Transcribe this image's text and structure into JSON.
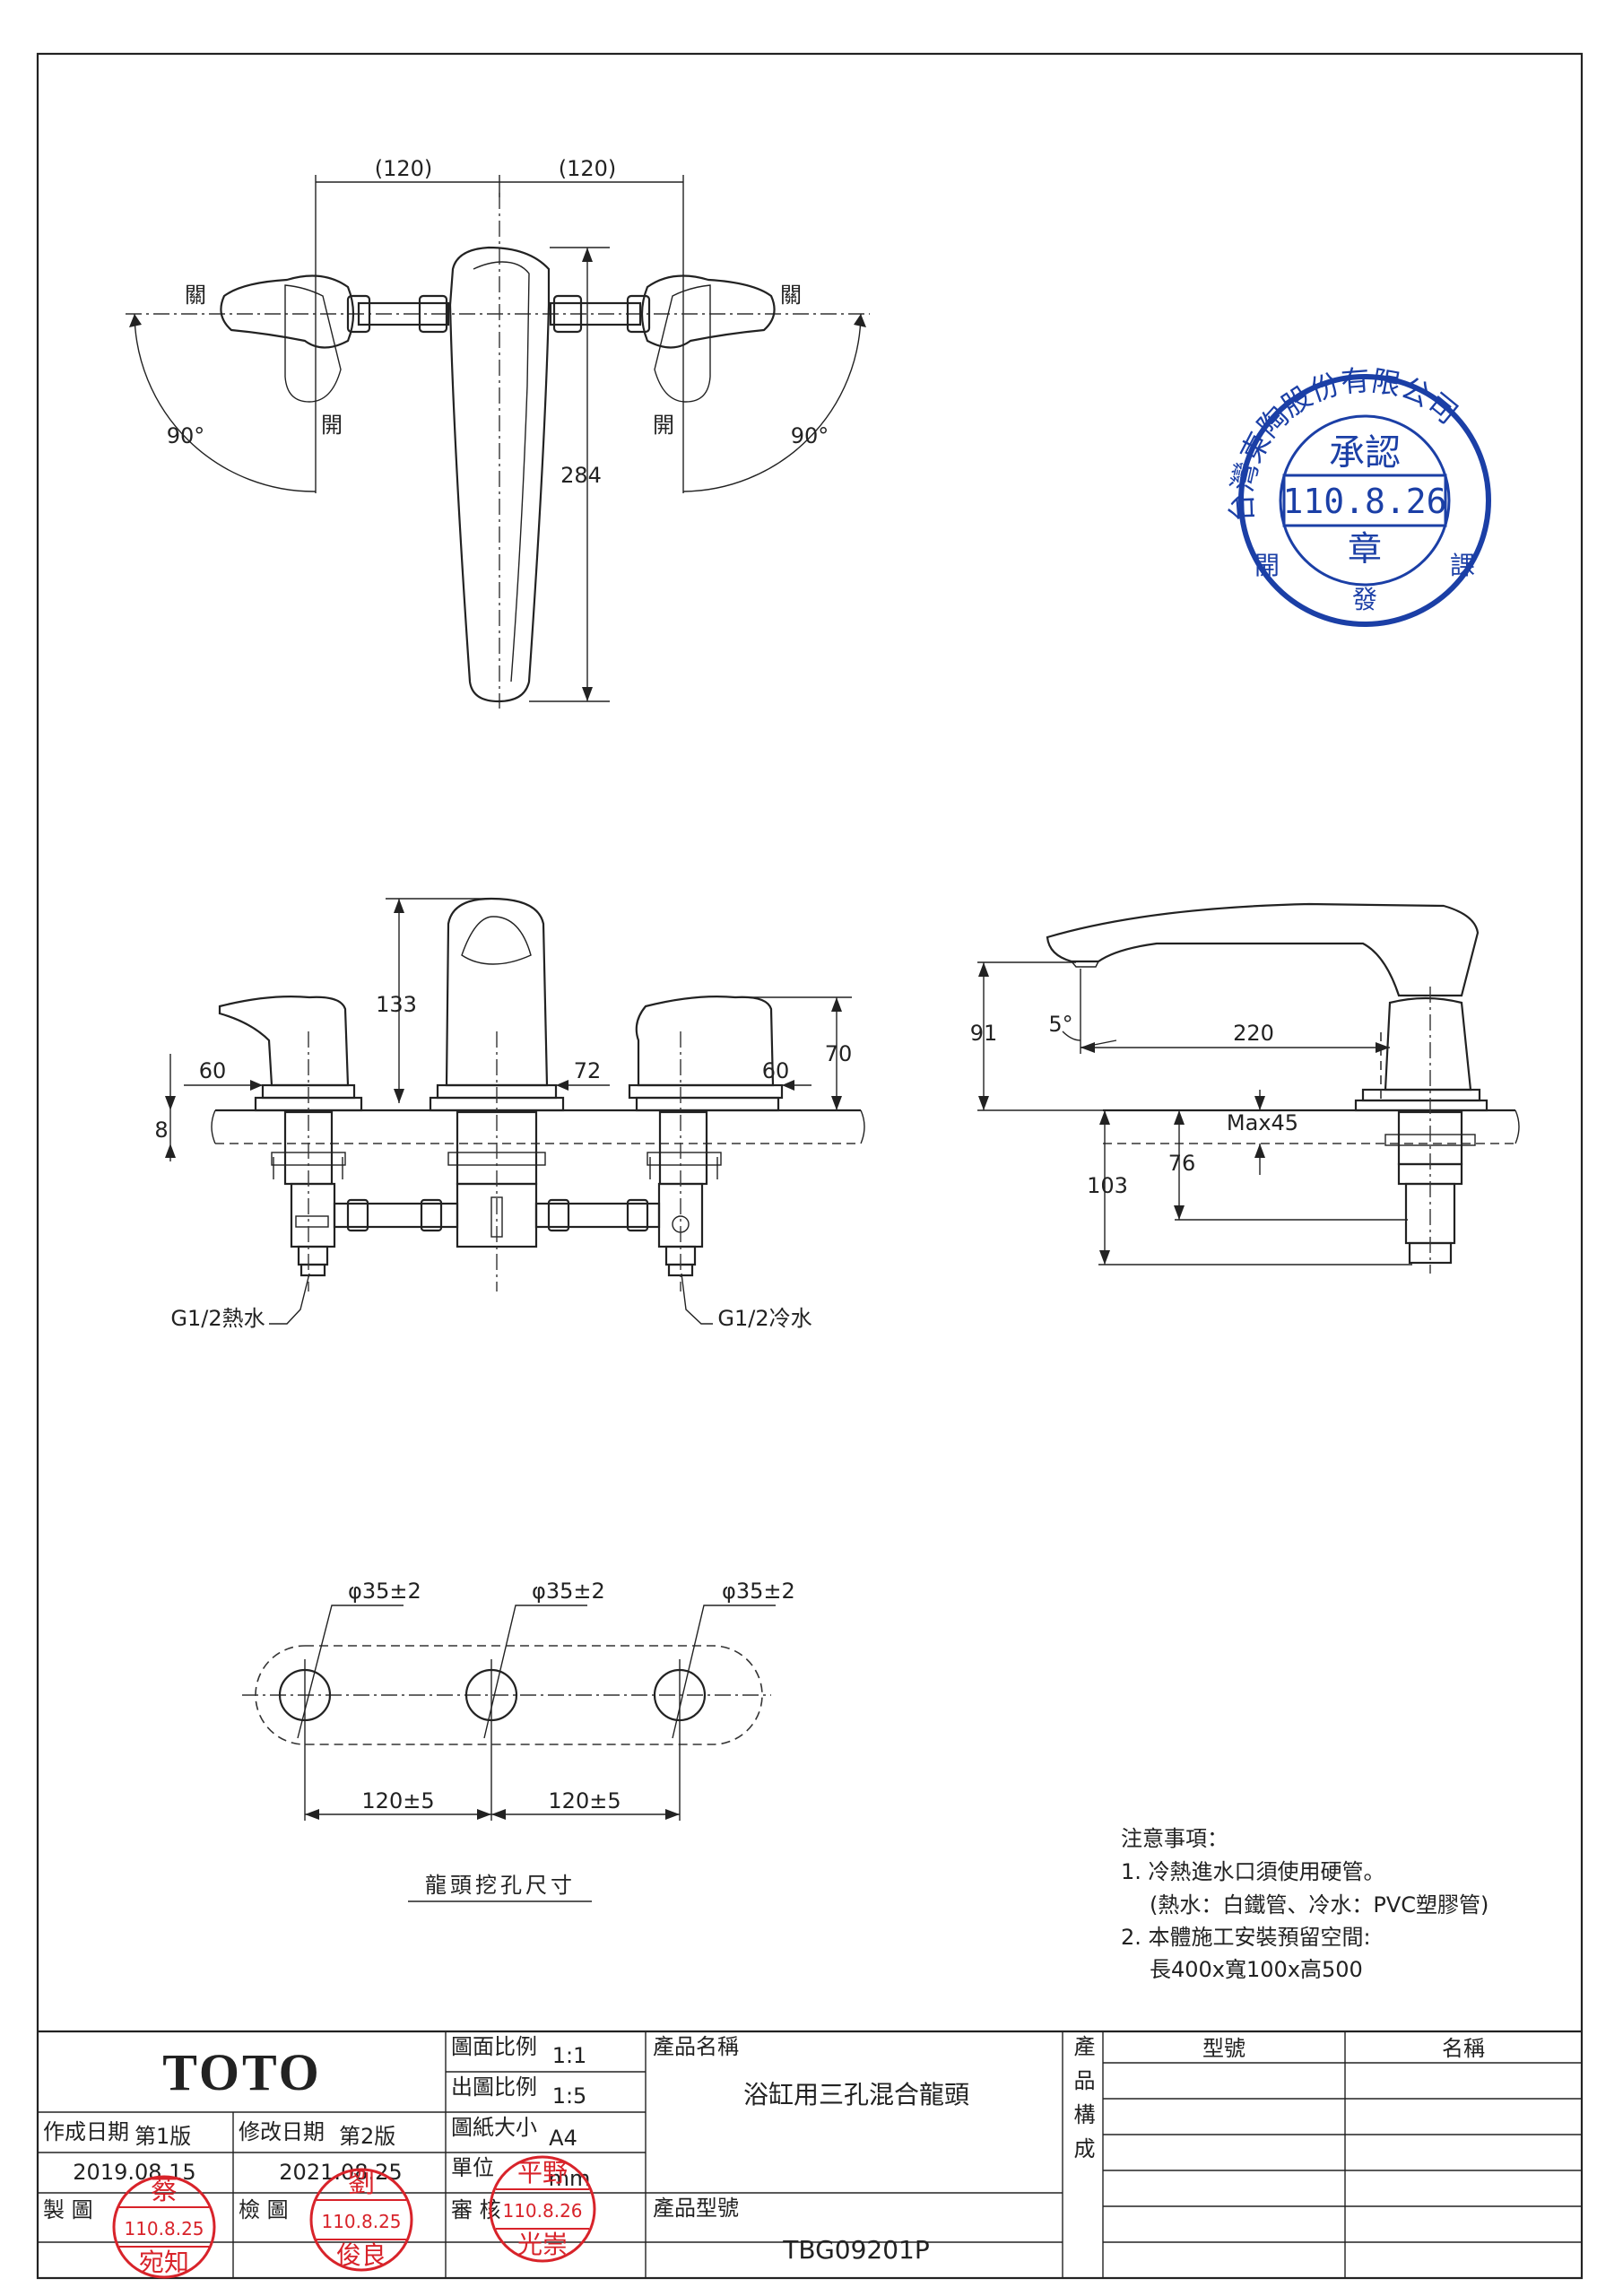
{
  "top_view": {
    "dim_left": "(120)",
    "dim_right": "(120)",
    "dim_height": "284",
    "label_close_left": "關",
    "label_close_right": "關",
    "label_open_left": "開",
    "label_open_right": "開",
    "angle_left": "90°",
    "angle_right": "90°"
  },
  "front_view": {
    "dim_133": "133",
    "dim_70": "70",
    "dim_60_left": "60",
    "dim_60_right": "60",
    "dim_72": "72",
    "dim_8": "8",
    "label_hot": "G1/2熱水",
    "label_cold": "G1/2冷水"
  },
  "side_view": {
    "dim_91": "91",
    "dim_5deg": "5°",
    "dim_220": "220",
    "dim_max45": "Max45",
    "dim_76": "76",
    "dim_103": "103"
  },
  "hole_view": {
    "dia_1": "φ35±2",
    "dia_2": "φ35±2",
    "dia_3": "φ35±2",
    "spacing_1": "120±5",
    "spacing_2": "120±5",
    "caption": "龍頭挖孔尺寸"
  },
  "notes": {
    "title": "注意事項：",
    "line1": "1. 冷熱進水口須使用硬管。",
    "line2": "(熱水：白鐵管、冷水：PVC塑膠管)",
    "line3": "2. 本體施工安裝預留空間:",
    "line4": "長400x寬100x高500"
  },
  "approval_stamp": {
    "ring_text": "台灣東陶股份有限公司",
    "center_top": "承認",
    "date": "110.8.26",
    "center_bottom": "章",
    "bottom_left": "開",
    "bottom_mid": "發",
    "bottom_right": "課"
  },
  "title_block": {
    "brand": "TOTO",
    "created_label": "作成日期",
    "created_version": "第1版",
    "created_date": "2019.08.15",
    "revised_label": "修改日期",
    "revised_version": "第2版",
    "revised_date": "2021.08.25",
    "drawn_label": "製 圖",
    "checked_label": "檢 圖",
    "approved_label": "審 核",
    "scale_label": "圖面比例",
    "scale_value": "1:1",
    "print_scale_label": "出圖比例",
    "print_scale_value": "1:5",
    "paper_label": "圖紙大小",
    "paper_value": "A4",
    "unit_label": "單位",
    "unit_value": "mm",
    "product_name_label": "產品名稱",
    "product_name": "浴缸用三孔混合龍頭",
    "product_model_label": "產品型號",
    "product_model": "TBG09201P",
    "composition_label": "產品構成",
    "model_col": "型號",
    "name_col": "名稱"
  },
  "stamps": {
    "drawn_top": "蔡",
    "drawn_date": "110.8.25",
    "drawn_bottom": "宛知",
    "checked_top": "劉",
    "checked_date": "110.8.25",
    "checked_bottom": "俊良",
    "approved_top": "平野",
    "approved_date": "110.8.26",
    "approved_bottom": "光崇"
  }
}
